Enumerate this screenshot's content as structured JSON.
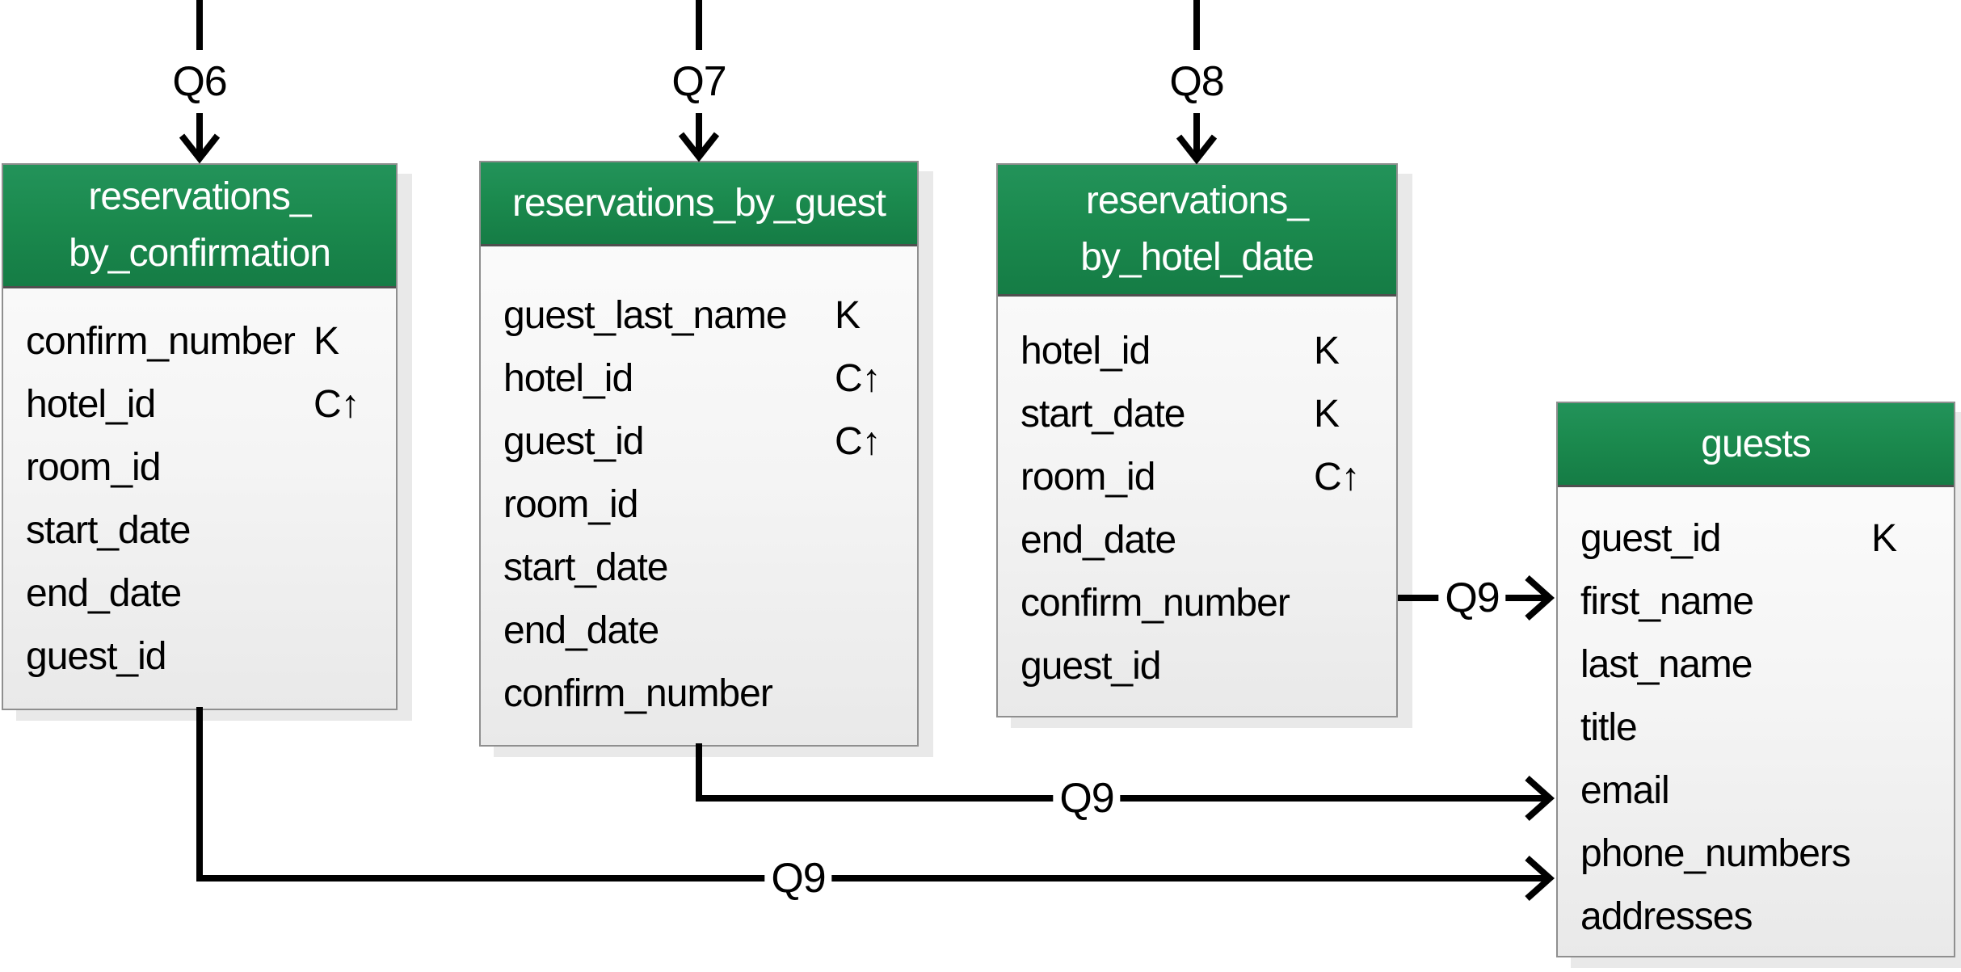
{
  "diagram_type": "cassandra-logical-data-model",
  "colors": {
    "header_bg": "#1b8a4e",
    "header_text": "#ffffff",
    "table_border": "#8f8f8f",
    "body_bg": "#f4f4f4",
    "shadow": "#e9e9e9",
    "connector": "#000000",
    "field_text": "#000000"
  },
  "key_annotations": {
    "partition_key": "K",
    "clustering_asc": "C↑"
  },
  "tables": [
    {
      "id": "reservations_by_confirmation",
      "title_lines": [
        "reservations_",
        "by_confirmation"
      ],
      "fields": [
        {
          "name": "confirm_number",
          "key": "K"
        },
        {
          "name": "hotel_id",
          "key": "C↑"
        },
        {
          "name": "room_id",
          "key": ""
        },
        {
          "name": "start_date",
          "key": ""
        },
        {
          "name": "end_date",
          "key": ""
        },
        {
          "name": "guest_id",
          "key": ""
        }
      ]
    },
    {
      "id": "reservations_by_guest",
      "title_lines": [
        "reservations_by_guest"
      ],
      "fields": [
        {
          "name": "guest_last_name",
          "key": "K"
        },
        {
          "name": "hotel_id",
          "key": "C↑"
        },
        {
          "name": "guest_id",
          "key": "C↑"
        },
        {
          "name": "room_id",
          "key": ""
        },
        {
          "name": "start_date",
          "key": ""
        },
        {
          "name": "end_date",
          "key": ""
        },
        {
          "name": "confirm_number",
          "key": ""
        }
      ]
    },
    {
      "id": "reservations_by_hotel_date",
      "title_lines": [
        "reservations_",
        "by_hotel_date"
      ],
      "fields": [
        {
          "name": "hotel_id",
          "key": "K"
        },
        {
          "name": "start_date",
          "key": "K"
        },
        {
          "name": "room_id",
          "key": "C↑"
        },
        {
          "name": "end_date",
          "key": ""
        },
        {
          "name": "confirm_number",
          "key": ""
        },
        {
          "name": "guest_id",
          "key": ""
        }
      ]
    },
    {
      "id": "guests",
      "title_lines": [
        "guests"
      ],
      "fields": [
        {
          "name": "guest_id",
          "key": "K"
        },
        {
          "name": "first_name",
          "key": ""
        },
        {
          "name": "last_name",
          "key": ""
        },
        {
          "name": "title",
          "key": ""
        },
        {
          "name": "email",
          "key": ""
        },
        {
          "name": "phone_numbers",
          "key": ""
        },
        {
          "name": "addresses",
          "key": ""
        }
      ]
    }
  ],
  "arrows": {
    "top": [
      {
        "label": "Q6",
        "to": "reservations_by_confirmation"
      },
      {
        "label": "Q7",
        "to": "reservations_by_guest"
      },
      {
        "label": "Q8",
        "to": "reservations_by_hotel_date"
      }
    ],
    "q9": [
      {
        "label": "Q9",
        "from": "reservations_by_hotel_date",
        "to": "guests"
      },
      {
        "label": "Q9",
        "from": "reservations_by_guest",
        "to": "guests"
      },
      {
        "label": "Q9",
        "from": "reservations_by_confirmation",
        "to": "guests"
      }
    ]
  }
}
